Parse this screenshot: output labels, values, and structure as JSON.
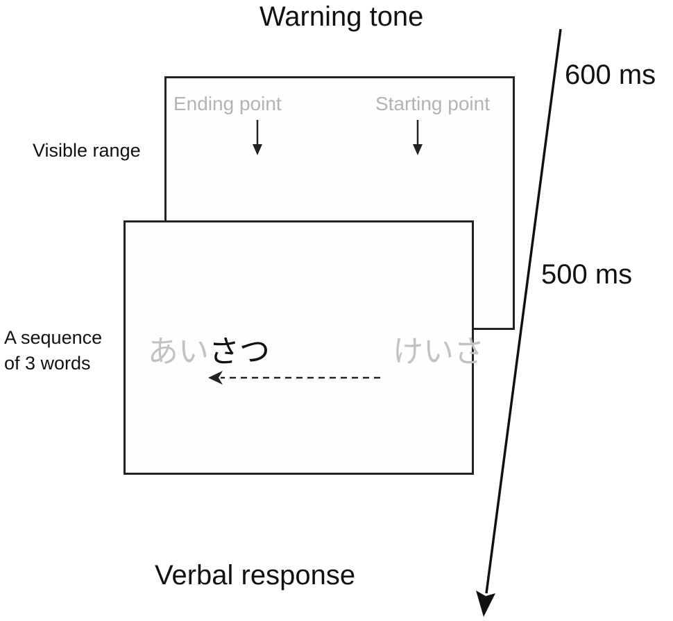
{
  "labels": {
    "warning_tone": "Warning tone",
    "verbal_response": "Verbal response",
    "time_600": "600 ms",
    "time_500": "500 ms",
    "visible_range": "Visible range",
    "sequence_line1": "A sequence",
    "sequence_line2": "of 3 words",
    "ending_point": "Ending point",
    "starting_point": "Starting point"
  },
  "words": {
    "left_gray": "あい",
    "left_dark": "さつ",
    "right_gray": "けいさ"
  },
  "colors": {
    "stroke": "#222222",
    "faded_text": "#b3b3b3",
    "faded_kana": "#c2c2c2"
  }
}
